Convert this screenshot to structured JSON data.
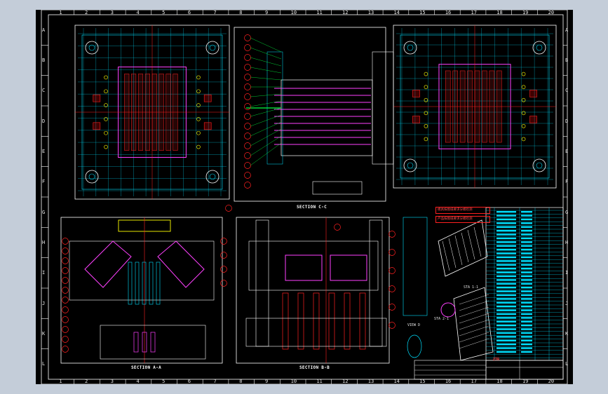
{
  "sheet": {
    "columns": [
      "1",
      "2",
      "3",
      "4",
      "5",
      "6",
      "7",
      "8",
      "9",
      "10",
      "11",
      "12",
      "13",
      "14",
      "15",
      "16",
      "17",
      "18",
      "19",
      "20"
    ],
    "rows": [
      "A",
      "B",
      "C",
      "D",
      "E",
      "F",
      "G",
      "H",
      "I",
      "J",
      "K",
      "L"
    ]
  },
  "sections": {
    "cc": "SECTION C-C",
    "aa": "SECTION A-A",
    "bb": "SECTION B-B"
  },
  "details": {
    "sta1": "STA 1-1",
    "sta2": "STA 2-1",
    "viewD": "VIEW D"
  },
  "notes": {
    "warn1": "模具按图纸要求分模检测",
    "warn2": "产品按图纸要求分模检测"
  },
  "title_block": {
    "logo": "ZTR"
  },
  "colors": {
    "background": "#000000",
    "frame": "#ffffff",
    "cyan": "#00e0ff",
    "magenta": "#ff40ff",
    "red": "#ff2020",
    "yellow": "#ffff00",
    "green": "#00ff40"
  }
}
